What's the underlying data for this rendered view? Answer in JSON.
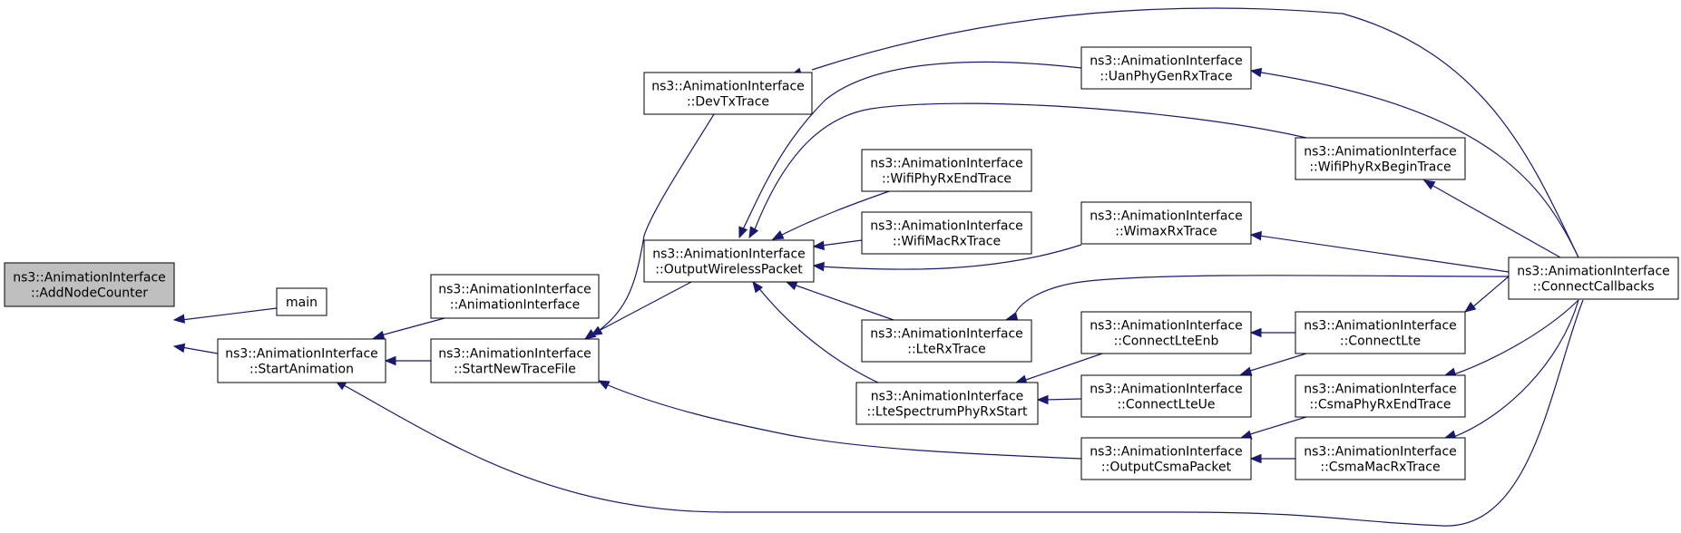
{
  "diagram": {
    "nodes": [
      {
        "id": "addNodeCounter",
        "lines": [
          "ns3::AnimationInterface",
          "::AddNodeCounter"
        ],
        "root": true
      },
      {
        "id": "main",
        "lines": [
          "main"
        ]
      },
      {
        "id": "startAnimation",
        "lines": [
          "ns3::AnimationInterface",
          "::StartAnimation"
        ]
      },
      {
        "id": "animationInterface",
        "lines": [
          "ns3::AnimationInterface",
          "::AnimationInterface"
        ]
      },
      {
        "id": "startNewTraceFile",
        "lines": [
          "ns3::AnimationInterface",
          "::StartNewTraceFile"
        ]
      },
      {
        "id": "devTxTrace",
        "lines": [
          "ns3::AnimationInterface",
          "::DevTxTrace"
        ]
      },
      {
        "id": "outputWirelessPacket",
        "lines": [
          "ns3::AnimationInterface",
          "::OutputWirelessPacket"
        ]
      },
      {
        "id": "wifiPhyRxEndTrace",
        "lines": [
          "ns3::AnimationInterface",
          "::WifiPhyRxEndTrace"
        ]
      },
      {
        "id": "wifiMacRxTrace",
        "lines": [
          "ns3::AnimationInterface",
          "::WifiMacRxTrace"
        ]
      },
      {
        "id": "lteRxTrace",
        "lines": [
          "ns3::AnimationInterface",
          "::LteRxTrace"
        ]
      },
      {
        "id": "lteSpectrumPhyRxStart",
        "lines": [
          "ns3::AnimationInterface",
          "::LteSpectrumPhyRxStart"
        ]
      },
      {
        "id": "uanPhyGenRxTrace",
        "lines": [
          "ns3::AnimationInterface",
          "::UanPhyGenRxTrace"
        ]
      },
      {
        "id": "wimaxRxTrace",
        "lines": [
          "ns3::AnimationInterface",
          "::WimaxRxTrace"
        ]
      },
      {
        "id": "connectLteEnb",
        "lines": [
          "ns3::AnimationInterface",
          "::ConnectLteEnb"
        ]
      },
      {
        "id": "connectLteUe",
        "lines": [
          "ns3::AnimationInterface",
          "::ConnectLteUe"
        ]
      },
      {
        "id": "outputCsmaPacket",
        "lines": [
          "ns3::AnimationInterface",
          "::OutputCsmaPacket"
        ]
      },
      {
        "id": "wifiPhyRxBeginTrace",
        "lines": [
          "ns3::AnimationInterface",
          "::WifiPhyRxBeginTrace"
        ]
      },
      {
        "id": "connectLte",
        "lines": [
          "ns3::AnimationInterface",
          "::ConnectLte"
        ]
      },
      {
        "id": "csmaPhyRxEndTrace",
        "lines": [
          "ns3::AnimationInterface",
          "::CsmaPhyRxEndTrace"
        ]
      },
      {
        "id": "csmaMacRxTrace",
        "lines": [
          "ns3::AnimationInterface",
          "::CsmaMacRxTrace"
        ]
      },
      {
        "id": "connectCallbacks",
        "lines": [
          "ns3::AnimationInterface",
          "::ConnectCallbacks"
        ]
      }
    ],
    "edges": [
      {
        "from": "main",
        "to": "addNodeCounter"
      },
      {
        "from": "startAnimation",
        "to": "addNodeCounter"
      },
      {
        "from": "animationInterface",
        "to": "startAnimation"
      },
      {
        "from": "startNewTraceFile",
        "to": "startAnimation"
      },
      {
        "from": "connectCallbacks",
        "to": "startAnimation"
      },
      {
        "from": "devTxTrace",
        "to": "startNewTraceFile"
      },
      {
        "from": "outputWirelessPacket",
        "to": "startNewTraceFile"
      },
      {
        "from": "outputCsmaPacket",
        "to": "startNewTraceFile"
      },
      {
        "from": "connectCallbacks",
        "to": "devTxTrace"
      },
      {
        "from": "uanPhyGenRxTrace",
        "to": "outputWirelessPacket"
      },
      {
        "from": "wifiPhyRxBeginTrace",
        "to": "outputWirelessPacket"
      },
      {
        "from": "wifiPhyRxEndTrace",
        "to": "outputWirelessPacket"
      },
      {
        "from": "wifiMacRxTrace",
        "to": "outputWirelessPacket"
      },
      {
        "from": "wimaxRxTrace",
        "to": "outputWirelessPacket"
      },
      {
        "from": "lteRxTrace",
        "to": "outputWirelessPacket"
      },
      {
        "from": "lteSpectrumPhyRxStart",
        "to": "outputWirelessPacket"
      },
      {
        "from": "connectCallbacks",
        "to": "lteRxTrace"
      },
      {
        "from": "connectLteEnb",
        "to": "lteSpectrumPhyRxStart"
      },
      {
        "from": "connectLteUe",
        "to": "lteSpectrumPhyRxStart"
      },
      {
        "from": "connectLte",
        "to": "connectLteEnb"
      },
      {
        "from": "connectLte",
        "to": "connectLteUe"
      },
      {
        "from": "csmaPhyRxEndTrace",
        "to": "outputCsmaPacket"
      },
      {
        "from": "csmaMacRxTrace",
        "to": "outputCsmaPacket"
      },
      {
        "from": "connectCallbacks",
        "to": "uanPhyGenRxTrace"
      },
      {
        "from": "connectCallbacks",
        "to": "wifiPhyRxBeginTrace"
      },
      {
        "from": "connectCallbacks",
        "to": "wimaxRxTrace"
      },
      {
        "from": "connectCallbacks",
        "to": "connectLte"
      },
      {
        "from": "connectCallbacks",
        "to": "csmaPhyRxEndTrace"
      },
      {
        "from": "connectCallbacks",
        "to": "csmaMacRxTrace"
      }
    ]
  }
}
